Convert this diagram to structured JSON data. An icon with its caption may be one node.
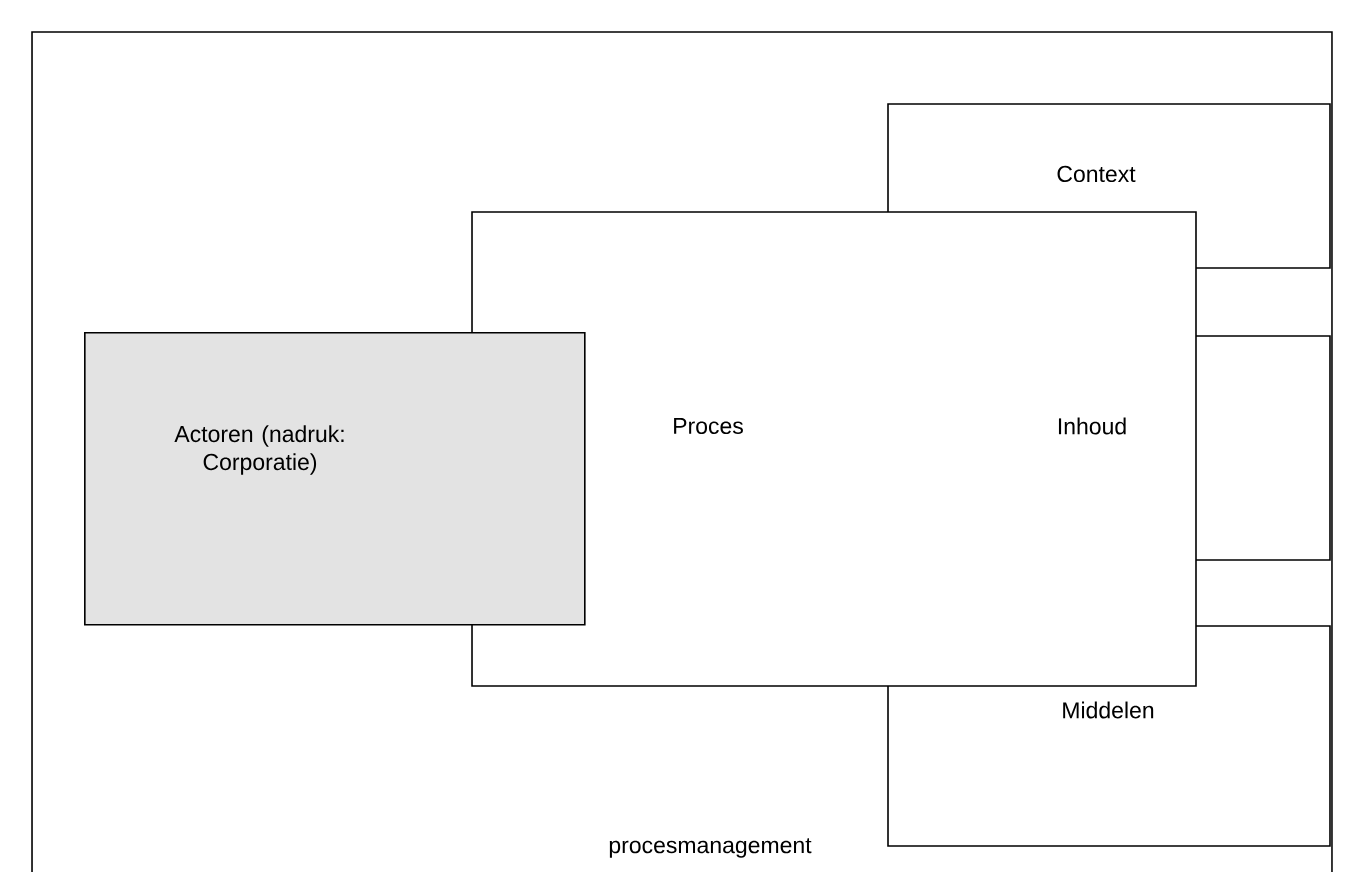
{
  "diagram": {
    "nodes": [
      {
        "text": [
          "procesmanagement"
        ]
      },
      {
        "text": [
          "Context"
        ],
        "in": 0
      },
      {
        "text": [
          "Inhoud"
        ],
        "in": 0
      },
      {
        "text": [
          "Middelen"
        ],
        "in": 0
      },
      {
        "text": [
          "Proces"
        ],
        "in": 0
      },
      {
        "text": [
          "Actoren (nadruk: Corporatie)"
        ],
        "in": 0
      }
    ]
  }
}
